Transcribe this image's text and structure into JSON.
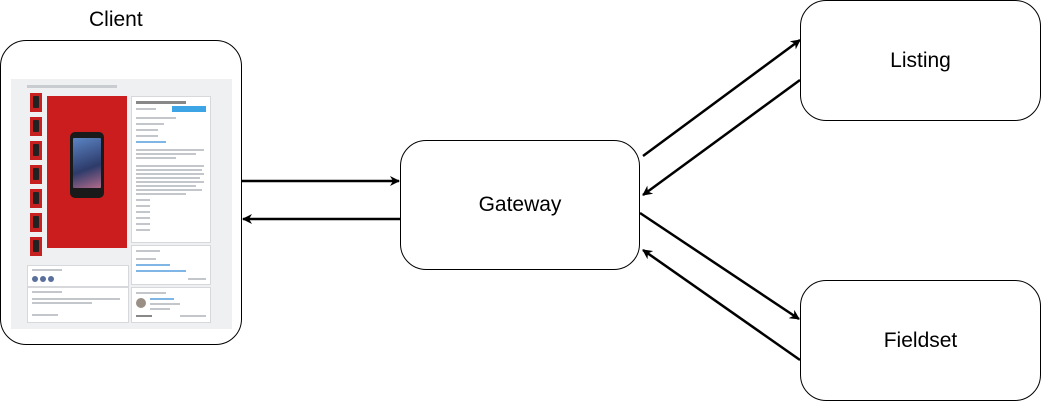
{
  "nodes": {
    "client": "Client",
    "gateway": "Gateway",
    "listing": "Listing",
    "fieldset": "Fieldset"
  },
  "edges": [
    {
      "from": "Client",
      "to": "Gateway"
    },
    {
      "from": "Gateway",
      "to": "Client"
    },
    {
      "from": "Gateway",
      "to": "Listing"
    },
    {
      "from": "Listing",
      "to": "Gateway"
    },
    {
      "from": "Gateway",
      "to": "Fieldset"
    },
    {
      "from": "Fieldset",
      "to": "Gateway"
    }
  ],
  "colors": {
    "stroke": "#000000",
    "background": "#ffffff"
  }
}
